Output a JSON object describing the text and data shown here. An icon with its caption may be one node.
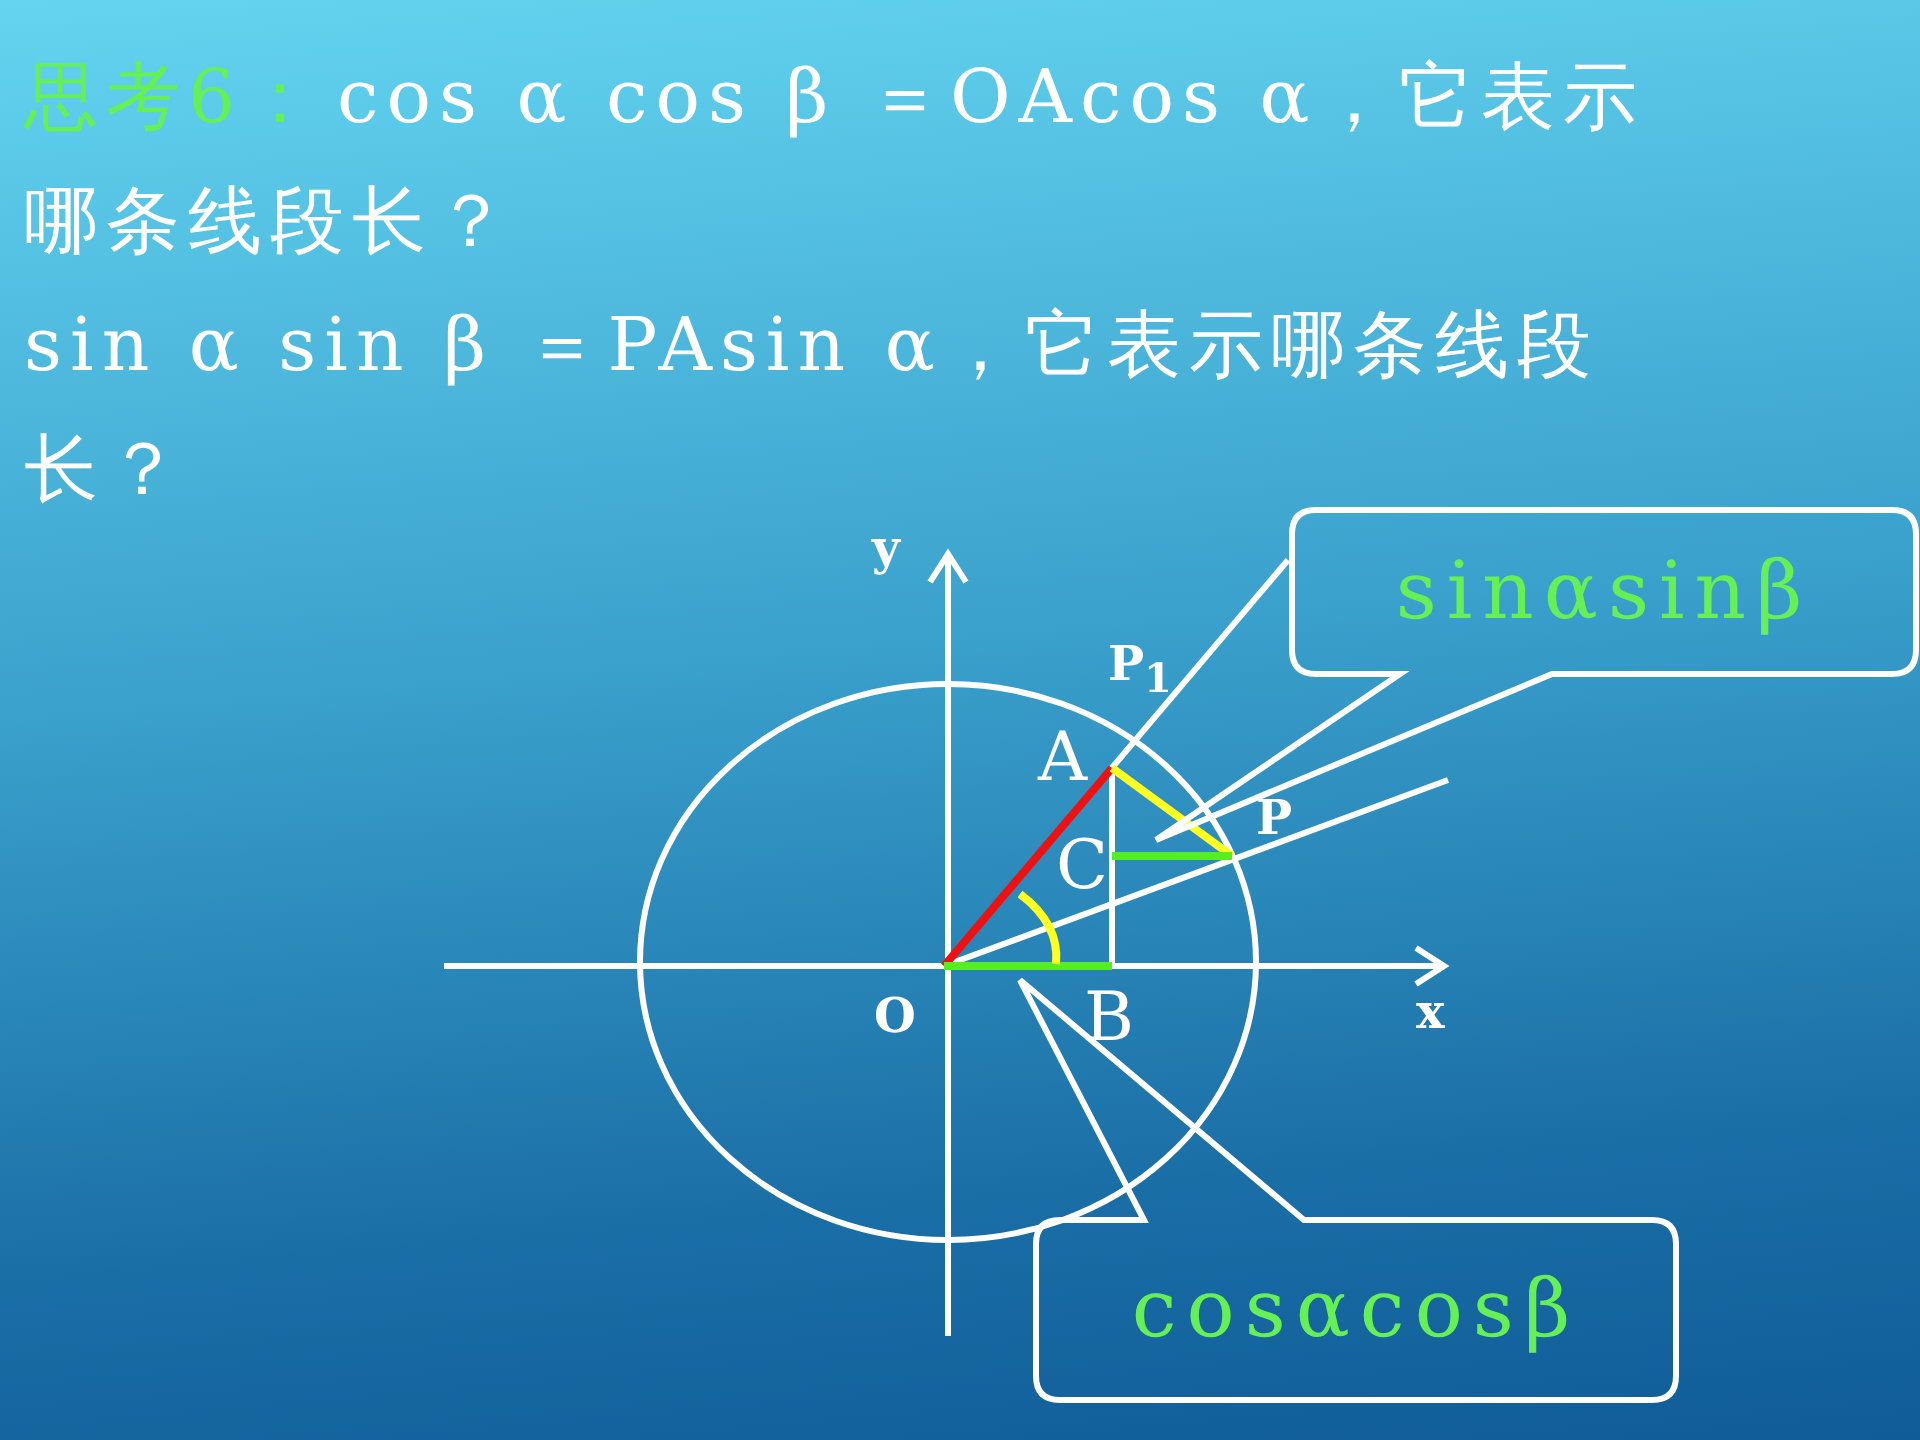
{
  "diagram": {
    "nodes": [
      {
        "text": [
          "sinαsinβ"
        ]
      },
      {
        "text": [
          "cosαcosβ"
        ]
      }
    ],
    "labels": [
      "思考6：",
      "cos α cos β ＝OAcos α，它表示哪条线段长？",
      "sin α sin β ＝PAsin α，它表示哪条线段长？",
      "y",
      "P$_{1}$",
      "A",
      "P",
      "C",
      "O",
      "B",
      "x"
    ]
  }
}
